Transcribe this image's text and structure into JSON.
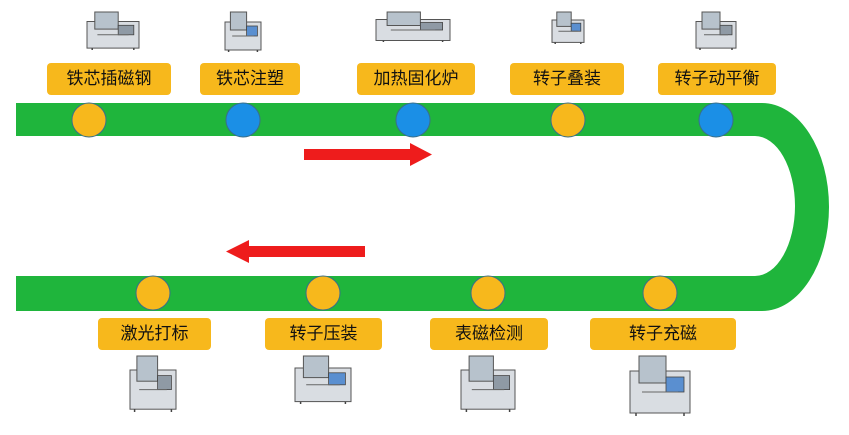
{
  "colors": {
    "track": "#1fb53c",
    "station_yellow": "#f7b81c",
    "station_blue": "#1b8fe6",
    "label_bg": "#f7b81c",
    "arrow": "#ee1c1c"
  },
  "top_stations": [
    {
      "label": "铁芯插磁钢",
      "dot": "yellow",
      "machine_icon": "stator-machine-icon"
    },
    {
      "label": "铁芯注塑",
      "dot": "blue",
      "machine_icon": "injection-molding-machine-icon"
    },
    {
      "label": "加热固化炉",
      "dot": "blue",
      "machine_icon": "curing-oven-icon"
    },
    {
      "label": "转子叠装",
      "dot": "yellow",
      "machine_icon": "rotor-stacking-machine-icon"
    },
    {
      "label": "转子动平衡",
      "dot": "blue",
      "machine_icon": "balancing-machine-icon"
    }
  ],
  "bottom_stations": [
    {
      "label": "激光打标",
      "dot": "yellow",
      "machine_icon": "laser-marking-machine-icon"
    },
    {
      "label": "转子压装",
      "dot": "yellow",
      "machine_icon": "rotor-press-machine-icon"
    },
    {
      "label": "表磁检测",
      "dot": "yellow",
      "machine_icon": "surface-magnetic-tester-icon"
    },
    {
      "label": "转子充磁",
      "dot": "yellow",
      "machine_icon": "magnetizing-machine-icon"
    }
  ],
  "flow_arrows": [
    {
      "direction": "right",
      "lane": "top"
    },
    {
      "direction": "left",
      "lane": "bottom"
    }
  ]
}
